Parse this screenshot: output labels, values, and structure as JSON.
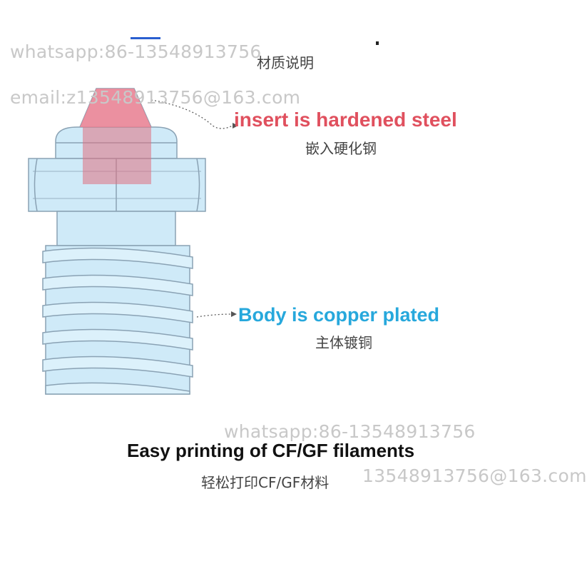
{
  "header": {
    "title_cn": "材质说明"
  },
  "callouts": {
    "insert": {
      "label": "insert is hardened steel",
      "label_cn": "嵌入硬化钢"
    },
    "body": {
      "label": "Body is copper plated",
      "label_cn": "主体镀铜"
    }
  },
  "caption": {
    "title": "Easy printing of CF/GF filaments",
    "subtitle_cn": "轻松打印CF/GF材料"
  },
  "watermarks": {
    "whatsapp_top": "whatsapp:86-13548913756",
    "email_top": "email:z13548913756@163.com",
    "whatsapp_bottom": "whatsapp:86-13548913756",
    "email_bottom": "13548913756@163.com"
  },
  "colors": {
    "insert": "#e0505e",
    "body": "#27a8dc",
    "nozzle_fill": "#cfeaf8",
    "nozzle_stroke": "#8aa2b4",
    "insert_fill": "#f08090"
  }
}
